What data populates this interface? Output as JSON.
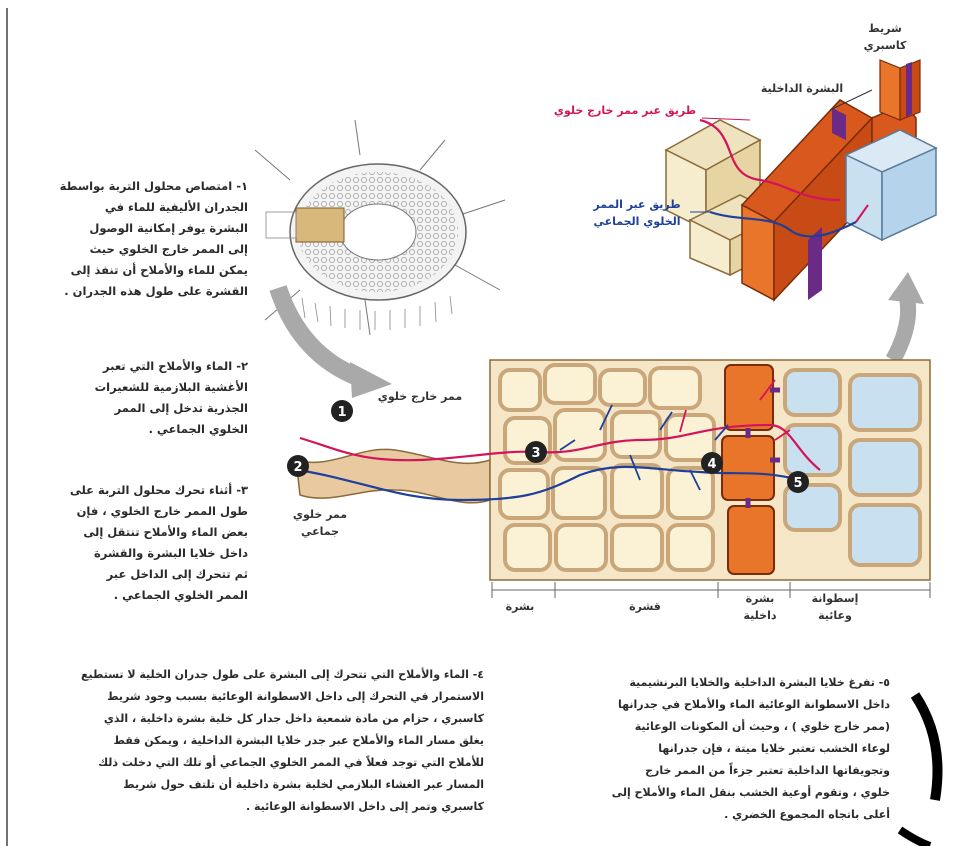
{
  "steps": {
    "s1": [
      "١- امتصاص محلول التربة بواسطة",
      "الجدران الأليفية للماء في",
      "البشرة يوفر إمكانية الوصول",
      "إلى الممر خارج الخلوي حيث",
      "يمكن للماء والأملاح أن تنفذ إلى",
      "القشرة على طول هذه الجدران ."
    ],
    "s2": [
      "٢- الماء والأملاح التي تعبر",
      "الأغشية البلازمية للشعيرات",
      "الجذرية تدخل إلى الممر",
      "الخلوي الجماعي ."
    ],
    "s3": [
      "٣- أثناء تحرك محلول التربة على",
      "طول الممر خارج الخلوي ، فإن",
      "بعض الماء والأملاح تنتقل إلى",
      "داخل خلايا البشرة والقشرة",
      "ثم تتحرك إلى الداخل عبر",
      "الممر الخلوي الجماعي ."
    ],
    "s4": [
      "٤- الماء والأملاح التي تتحرك إلى البشرة على طول جدران الخلية لا تستطيع",
      "الاستمرار في التحرك إلى داخل الاسطوانة الوعائية بسبب وجود شريط",
      "كاسبري ، حزام من مادة شمعية داخل جدار كل خلية بشرة داخلية ، الذي",
      "يغلق مسار الماء والأملاح عبر جدر خلايا البشرة الداخلية ، ويمكن فقط",
      "للأملاح التي توجد فعلاً في الممر الخلوي الجماعي أو تلك التي دخلت ذلك",
      "المسار عبر الغشاء البلازمي لخلية بشرة داخلية أن تلتف حول شريط",
      "كاسبري وتمر إلى داخل الاسطوانة الوعائية ."
    ],
    "s5": [
      "٥- تفرغ خلايا البشرة الداخلية والخلايا البرنشيمية",
      "داخل الاسطوانة الوعائية الماء والأملاح في جدرانها",
      "(ممر خارج خلوي ) ، وحيث أن المكونات الوعائية",
      "لوعاء الخشب تعتبر خلايا ميتة ، فإن جدرانها",
      "وتجويفاتها الداخلية تعتبر جزءاً من الممر خارج",
      "خلوي ، وتقوم أوعية الخشب بنقل الماء والأملاح إلى",
      "أعلى باتجاه المجموع الخضري ."
    ]
  },
  "labels": {
    "casparian_strip": [
      "شريط",
      "كاسبري"
    ],
    "endodermis_top": "البشرة الداخلية",
    "apoplast_route": "طريق عبر ممر خارج خلوي",
    "symplast_route": [
      "طريق عبر الممر",
      "الخلوي الجماعي"
    ],
    "apoplast_lower": "ممر خارج خلوي",
    "symplast_lower": [
      "ممر خلوي",
      "جماعي"
    ],
    "epidermis": "بشرة",
    "cortex": "قشرة",
    "endodermis_bottom": [
      "بشرة",
      "داخلية"
    ],
    "vascular_cylinder": [
      "إسطوانة",
      "وعائية"
    ]
  },
  "markers": [
    "1",
    "2",
    "3",
    "4",
    "5"
  ],
  "colors": {
    "apoplast": "#d4145a",
    "symplast": "#1e3f9a",
    "endodermis": "#e9752a",
    "casparian": "#6b2a86",
    "cell_wall": "#c9a77a",
    "cell_fill": "#fbf1d4",
    "vessel": "#c9e0f1",
    "arrow": "#9a9a9a"
  }
}
